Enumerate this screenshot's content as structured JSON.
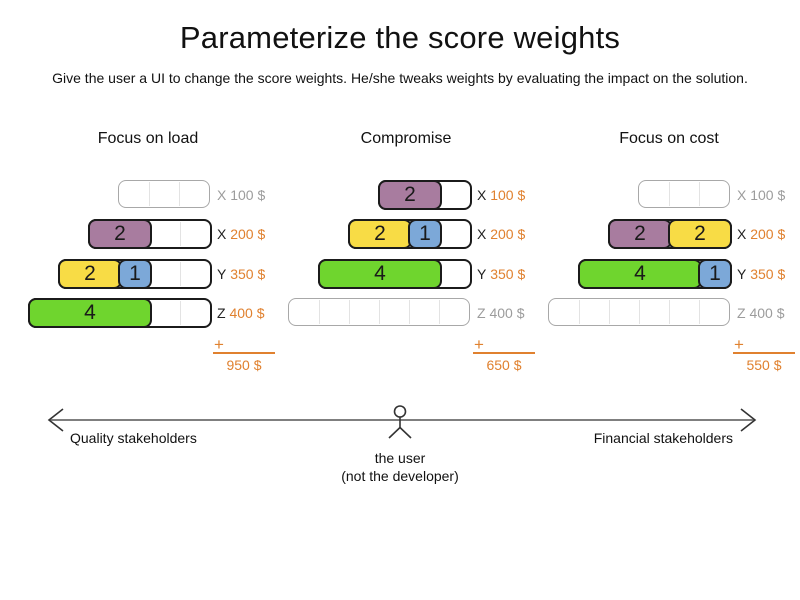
{
  "slide": {
    "title": "Parameterize the score weights",
    "subtitle": "Give the user a UI to change the score weights. He/she tweaks weights by evaluating the impact on the solution."
  },
  "colors": {
    "purple": "#a87c9f",
    "yellow": "#f8dc45",
    "blue": "#7ca8d8",
    "green": "#6fd52e",
    "orange": "#e0812f",
    "inactive_gray": "#9c9c9c",
    "active_letter": "#222222",
    "divider_gray": "#e3e3e3",
    "axis_gray": "#7f7f7f"
  },
  "sum_symbol": "+",
  "chart_data": {
    "type": "table",
    "unit_cells": 30,
    "scenarios": [
      {
        "name": "Focus on load",
        "total": "950 $",
        "rows": [
          {
            "letter": "X",
            "price": "100 $",
            "cells": 3,
            "blocks": []
          },
          {
            "letter": "X",
            "price": "200 $",
            "cells": 4,
            "blocks": [
              {
                "value": "2",
                "color": "purple"
              }
            ]
          },
          {
            "letter": "Y",
            "price": "350 $",
            "cells": 5,
            "blocks": [
              {
                "value": "2",
                "color": "yellow"
              },
              {
                "value": "1",
                "color": "blue"
              }
            ]
          },
          {
            "letter": "Z",
            "price": "400 $",
            "cells": 6,
            "blocks": [
              {
                "value": "4",
                "color": "green"
              }
            ]
          }
        ]
      },
      {
        "name": "Compromise",
        "total": "650 $",
        "rows": [
          {
            "letter": "X",
            "price": "100 $",
            "cells": 3,
            "blocks": [
              {
                "value": "2",
                "color": "purple"
              }
            ]
          },
          {
            "letter": "X",
            "price": "200 $",
            "cells": 4,
            "blocks": [
              {
                "value": "2",
                "color": "yellow"
              },
              {
                "value": "1",
                "color": "blue"
              }
            ]
          },
          {
            "letter": "Y",
            "price": "350 $",
            "cells": 5,
            "blocks": [
              {
                "value": "4",
                "color": "green"
              }
            ]
          },
          {
            "letter": "Z",
            "price": "400 $",
            "cells": 6,
            "blocks": []
          }
        ]
      },
      {
        "name": "Focus on cost",
        "total": "550 $",
        "rows": [
          {
            "letter": "X",
            "price": "100 $",
            "cells": 3,
            "blocks": []
          },
          {
            "letter": "X",
            "price": "200 $",
            "cells": 4,
            "blocks": [
              {
                "value": "2",
                "color": "purple"
              },
              {
                "value": "2",
                "color": "yellow"
              }
            ]
          },
          {
            "letter": "Y",
            "price": "350 $",
            "cells": 5,
            "blocks": [
              {
                "value": "4",
                "color": "green"
              },
              {
                "value": "1",
                "color": "blue"
              }
            ]
          },
          {
            "letter": "Z",
            "price": "400 $",
            "cells": 6,
            "blocks": []
          }
        ]
      }
    ]
  },
  "axis": {
    "left_label": "Quality stakeholders",
    "right_label": "Financial stakeholders",
    "figure_caption_line1": "the user",
    "figure_caption_line2": "(not the developer)"
  }
}
